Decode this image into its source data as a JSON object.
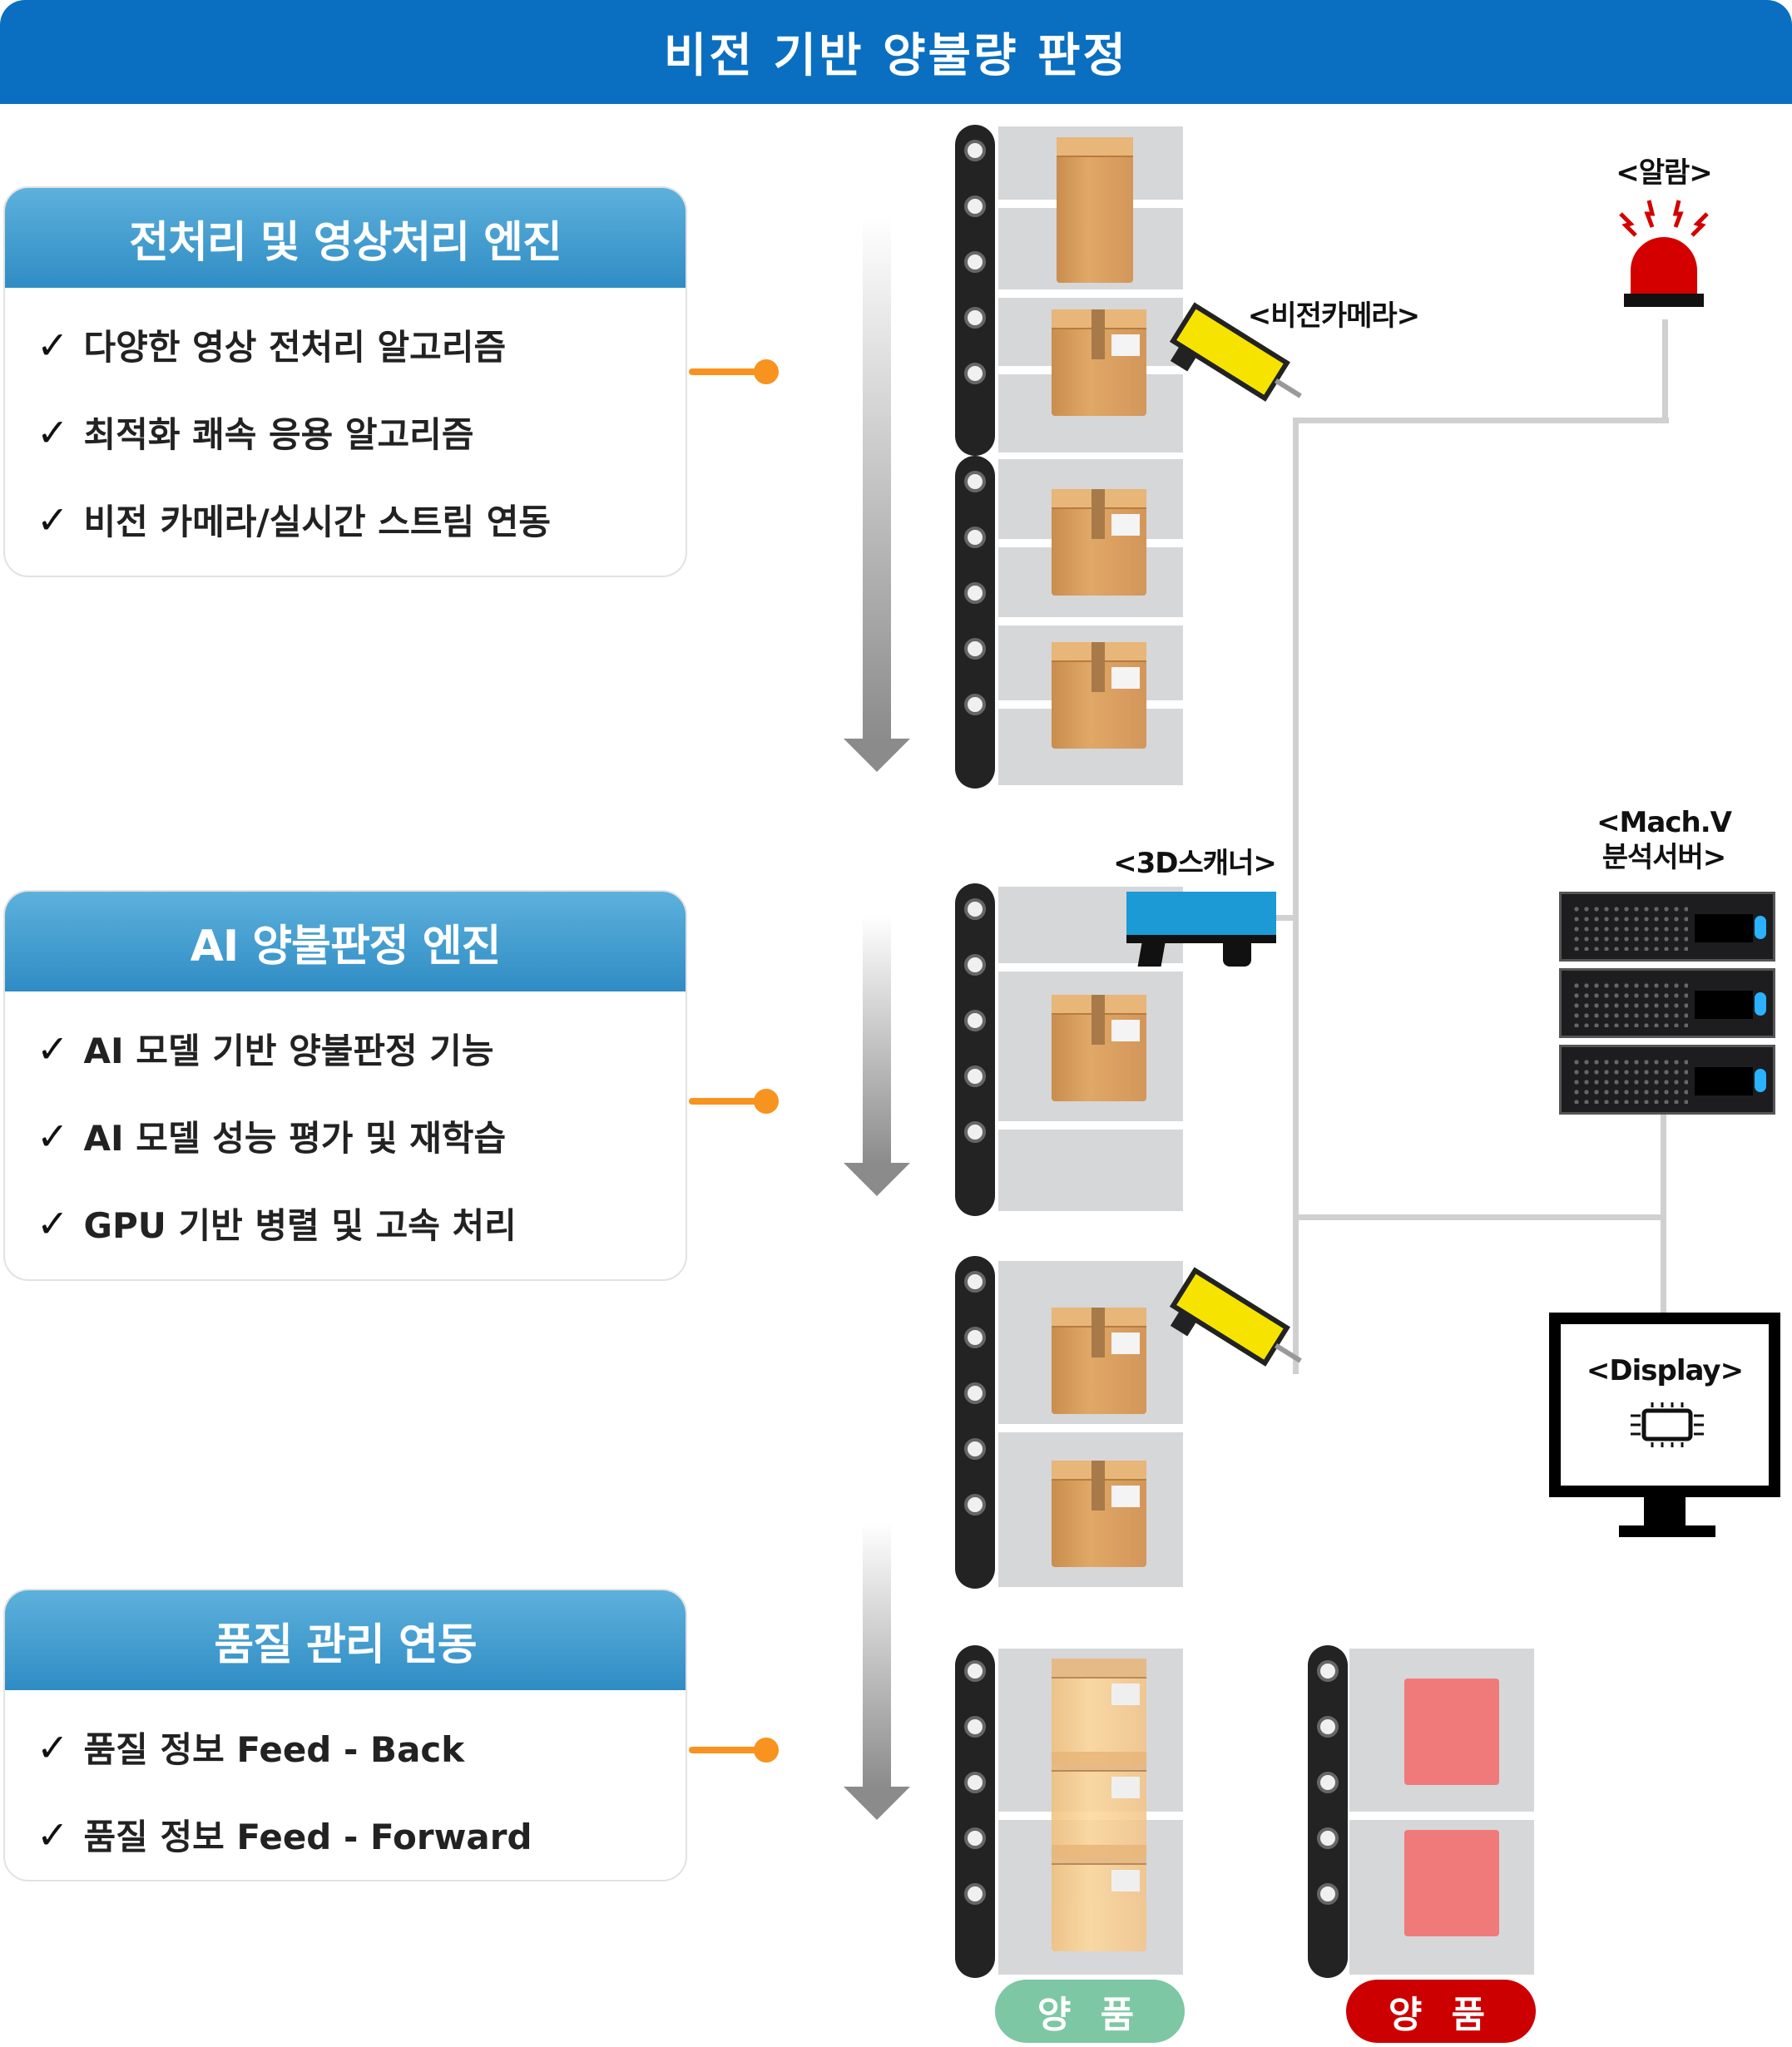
{
  "header": {
    "title": "비전 기반 양불량 판정"
  },
  "panels": [
    {
      "title": "전처리 및 영상처리 엔진",
      "items": [
        "다양한 영상 전처리 알고리즘",
        "최적화 쾌속 응용 알고리즘",
        "비전 카메라/실시간 스트림 연동"
      ]
    },
    {
      "title": "AI 양불판정 엔진",
      "items": [
        "AI  모델 기반 양불판정 기능",
        "AI  모델  성능 평가  및 재학습",
        "GPU  기반 병렬 및 고속 처리"
      ]
    },
    {
      "title": "품질 관리 연동",
      "items": [
        "품질 정보 Feed - Back",
        "품질 정보 Feed - Forward"
      ]
    }
  ],
  "devices": {
    "alarm": "<알람>",
    "camera": "<비전카메라>",
    "scanner": "<3D스캐너>",
    "server_line1": "<Mach.V",
    "server_line2": "분석서버>",
    "display": "<Display>"
  },
  "outputs": {
    "good": "양 품",
    "bad": "양 품"
  },
  "colors": {
    "header": "#0a6fc0",
    "panel_title": "#2f8cc4",
    "connector": "#f7931e",
    "good": "#7dc7a4",
    "bad": "#cc0000",
    "camera": "#f6e400",
    "scanner": "#1b9ad6"
  },
  "icons": {
    "check": "✓"
  }
}
